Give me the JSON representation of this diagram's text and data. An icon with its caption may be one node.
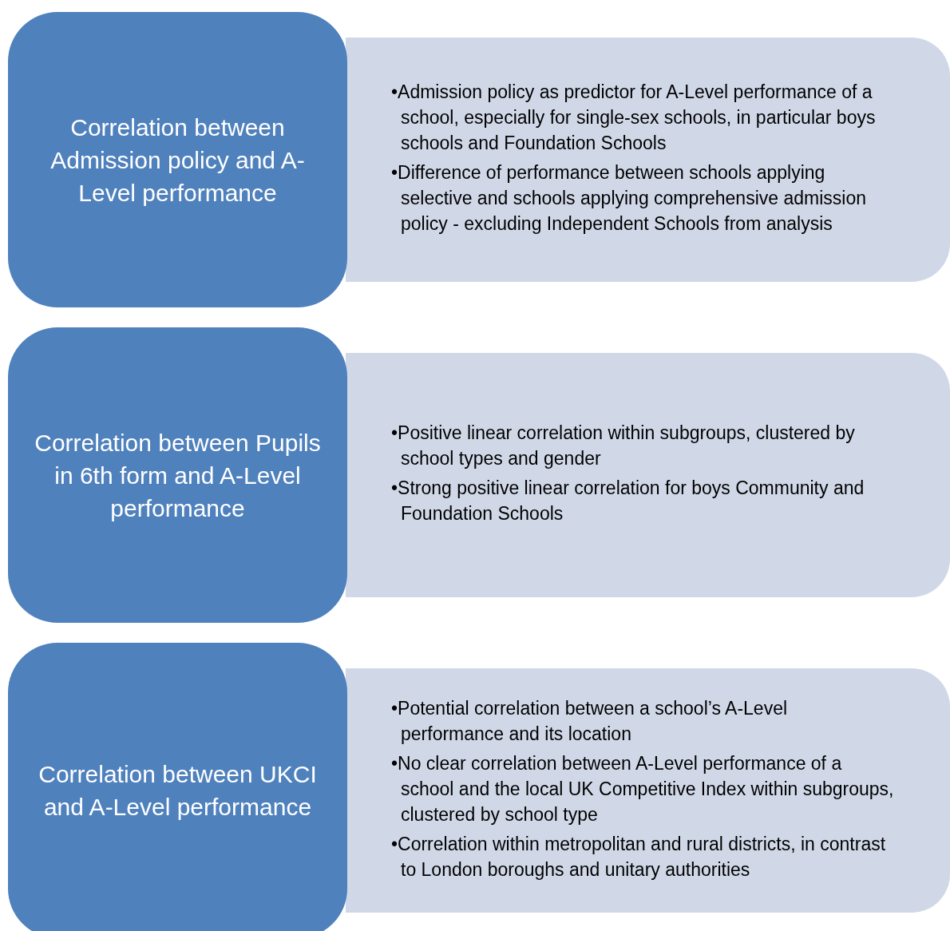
{
  "diagram": {
    "nodes": [
      {
        "text": [
          "Correlation between Admission policy and A-Level performance"
        ]
      },
      {
        "text": [
          "•Admission policy as predictor for A-Level performance of a school, especially for single-sex schools, in particular boys schools and Foundation Schools",
          "•Difference of performance between schools applying selective and schools applying comprehensive admission policy - excluding Independent Schools from analysis"
        ]
      },
      {
        "text": [
          "Correlation between Pupils in 6th form and A-Level performance"
        ]
      },
      {
        "text": [
          "•Positive linear correlation within subgroups, clustered by school types and gender",
          "•Strong positive linear correlation for boys Community and Foundation Schools"
        ]
      },
      {
        "text": [
          "Correlation between UKCI and A-Level performance"
        ]
      },
      {
        "text": [
          "•Potential correlation between a school’s A-Level performance and its location",
          "•No clear correlation between A-Level performance of a school and the local UK Competitive Index within subgroups, clustered by school type",
          "•Correlation within metropolitan and rural districts, in contrast to London boroughs and unitary authorities"
        ]
      }
    ]
  }
}
